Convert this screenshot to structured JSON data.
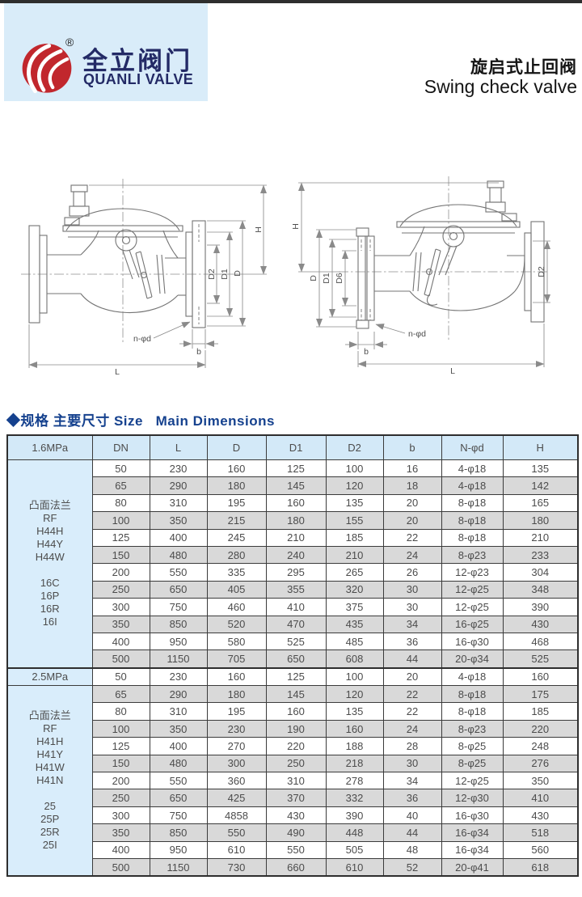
{
  "header": {
    "logo": {
      "registered": "®",
      "brand_cn": "全立阀门",
      "brand_en": "QUANLI VALVE"
    },
    "title_cn": "旋启式止回阀",
    "title_en": "Swing check valve"
  },
  "section": {
    "title": "◆规格 主要尺寸 Size   Main Dimensions"
  },
  "drawings": {
    "left": {
      "dims": [
        "H",
        "D2",
        "D1",
        "D",
        "n-φd",
        "b",
        "L"
      ]
    },
    "right": {
      "dims": [
        "H",
        "D",
        "D1",
        "D6",
        "D2",
        "n-φd",
        "b",
        "L"
      ]
    }
  },
  "table": {
    "header": [
      "1.6MPa",
      "DN",
      "L",
      "D",
      "D1",
      "D2",
      "b",
      "N-φd",
      "H"
    ],
    "sections": [
      {
        "label_lines": [
          "凸面法兰",
          "RF",
          "H44H",
          "H44Y",
          "H44W",
          "",
          "16C",
          "16P",
          "16R",
          "16I"
        ],
        "rows": [
          [
            "50",
            "230",
            "160",
            "125",
            "100",
            "16",
            "4-φ18",
            "135"
          ],
          [
            "65",
            "290",
            "180",
            "145",
            "120",
            "18",
            "4-φ18",
            "142"
          ],
          [
            "80",
            "310",
            "195",
            "160",
            "135",
            "20",
            "8-φ18",
            "165"
          ],
          [
            "100",
            "350",
            "215",
            "180",
            "155",
            "20",
            "8-φ18",
            "180"
          ],
          [
            "125",
            "400",
            "245",
            "210",
            "185",
            "22",
            "8-φ18",
            "210"
          ],
          [
            "150",
            "480",
            "280",
            "240",
            "210",
            "24",
            "8-φ23",
            "233"
          ],
          [
            "200",
            "550",
            "335",
            "295",
            "265",
            "26",
            "12-φ23",
            "304"
          ],
          [
            "250",
            "650",
            "405",
            "355",
            "320",
            "30",
            "12-φ25",
            "348"
          ],
          [
            "300",
            "750",
            "460",
            "410",
            "375",
            "30",
            "12-φ25",
            "390"
          ],
          [
            "350",
            "850",
            "520",
            "470",
            "435",
            "34",
            "16-φ25",
            "430"
          ],
          [
            "400",
            "950",
            "580",
            "525",
            "485",
            "36",
            "16-φ30",
            "468"
          ],
          [
            "500",
            "1150",
            "705",
            "650",
            "608",
            "44",
            "20-φ34",
            "525"
          ]
        ]
      },
      {
        "pressure_label": "2.5MPa",
        "label_lines": [
          "凸面法兰",
          "RF",
          "H41H",
          "H41Y",
          "H41W",
          "H41N",
          "",
          "25",
          "25P",
          "25R",
          "25I"
        ],
        "rows": [
          [
            "50",
            "230",
            "160",
            "125",
            "100",
            "20",
            "4-φ18",
            "160"
          ],
          [
            "65",
            "290",
            "180",
            "145",
            "120",
            "22",
            "8-φ18",
            "175"
          ],
          [
            "80",
            "310",
            "195",
            "160",
            "135",
            "22",
            "8-φ18",
            "185"
          ],
          [
            "100",
            "350",
            "230",
            "190",
            "160",
            "24",
            "8-φ23",
            "220"
          ],
          [
            "125",
            "400",
            "270",
            "220",
            "188",
            "28",
            "8-φ25",
            "248"
          ],
          [
            "150",
            "480",
            "300",
            "250",
            "218",
            "30",
            "8-φ25",
            "276"
          ],
          [
            "200",
            "550",
            "360",
            "310",
            "278",
            "34",
            "12-φ25",
            "350"
          ],
          [
            "250",
            "650",
            "425",
            "370",
            "332",
            "36",
            "12-φ30",
            "410"
          ],
          [
            "300",
            "750",
            "4858",
            "430",
            "390",
            "40",
            "16-φ30",
            "430"
          ],
          [
            "350",
            "850",
            "550",
            "490",
            "448",
            "44",
            "16-φ34",
            "518"
          ],
          [
            "400",
            "950",
            "610",
            "550",
            "505",
            "48",
            "16-φ34",
            "560"
          ],
          [
            "500",
            "1150",
            "730",
            "660",
            "610",
            "52",
            "20-φ41",
            "618"
          ]
        ]
      }
    ]
  },
  "colors": {
    "brand_red": "#c1272d",
    "brand_navy": "#232a66",
    "panel_blue": "#d9ecf9",
    "section_title_blue": "#15418e",
    "table_header_bg": "#d3e9f8",
    "row_gray": "#d9d9d9",
    "drawing_line_gray": "#787878"
  }
}
